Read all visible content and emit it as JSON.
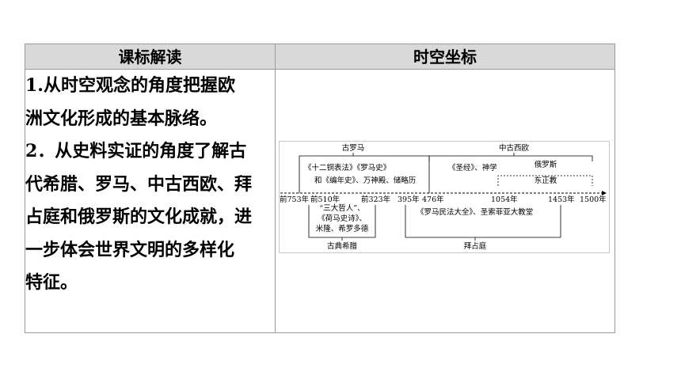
{
  "table": {
    "headers": [
      "课标解读",
      "时空坐标"
    ],
    "reading": {
      "lines": [
        "1.从时空观念的角度把握欧",
        "洲文化形成的基本脉络。",
        "2．从史料实证的角度了解古",
        "代希腊、罗马、中古西欧、拜",
        "占庭和俄罗斯的文化成就，进",
        "一步体会世界文明的多样化",
        "特征。"
      ]
    }
  },
  "timeline": {
    "periods": {
      "ancient_rome": "古罗马",
      "medieval_west_europe": "中古西欧",
      "russia": "俄罗斯",
      "ancient_greece": "古典希腊",
      "byzantium": "拜占庭"
    },
    "notes": {
      "rome_1": "《十二铜表法》《罗马史》",
      "rome_2": "和《编年史》、万神殿、储略历",
      "medieval": "《圣经》、神学",
      "orthodox": "东正教",
      "greece_1": "“三大哲人”、",
      "greece_2": "《荷马史诗》、",
      "greece_3": "米隆、希罗多德",
      "byzantium": "《罗马民法大全》、圣索菲亚大教堂"
    },
    "dates": [
      "前753年",
      "前510年",
      "前323年",
      "395年",
      "476年",
      "1054年",
      "1453年",
      "1500年"
    ]
  }
}
